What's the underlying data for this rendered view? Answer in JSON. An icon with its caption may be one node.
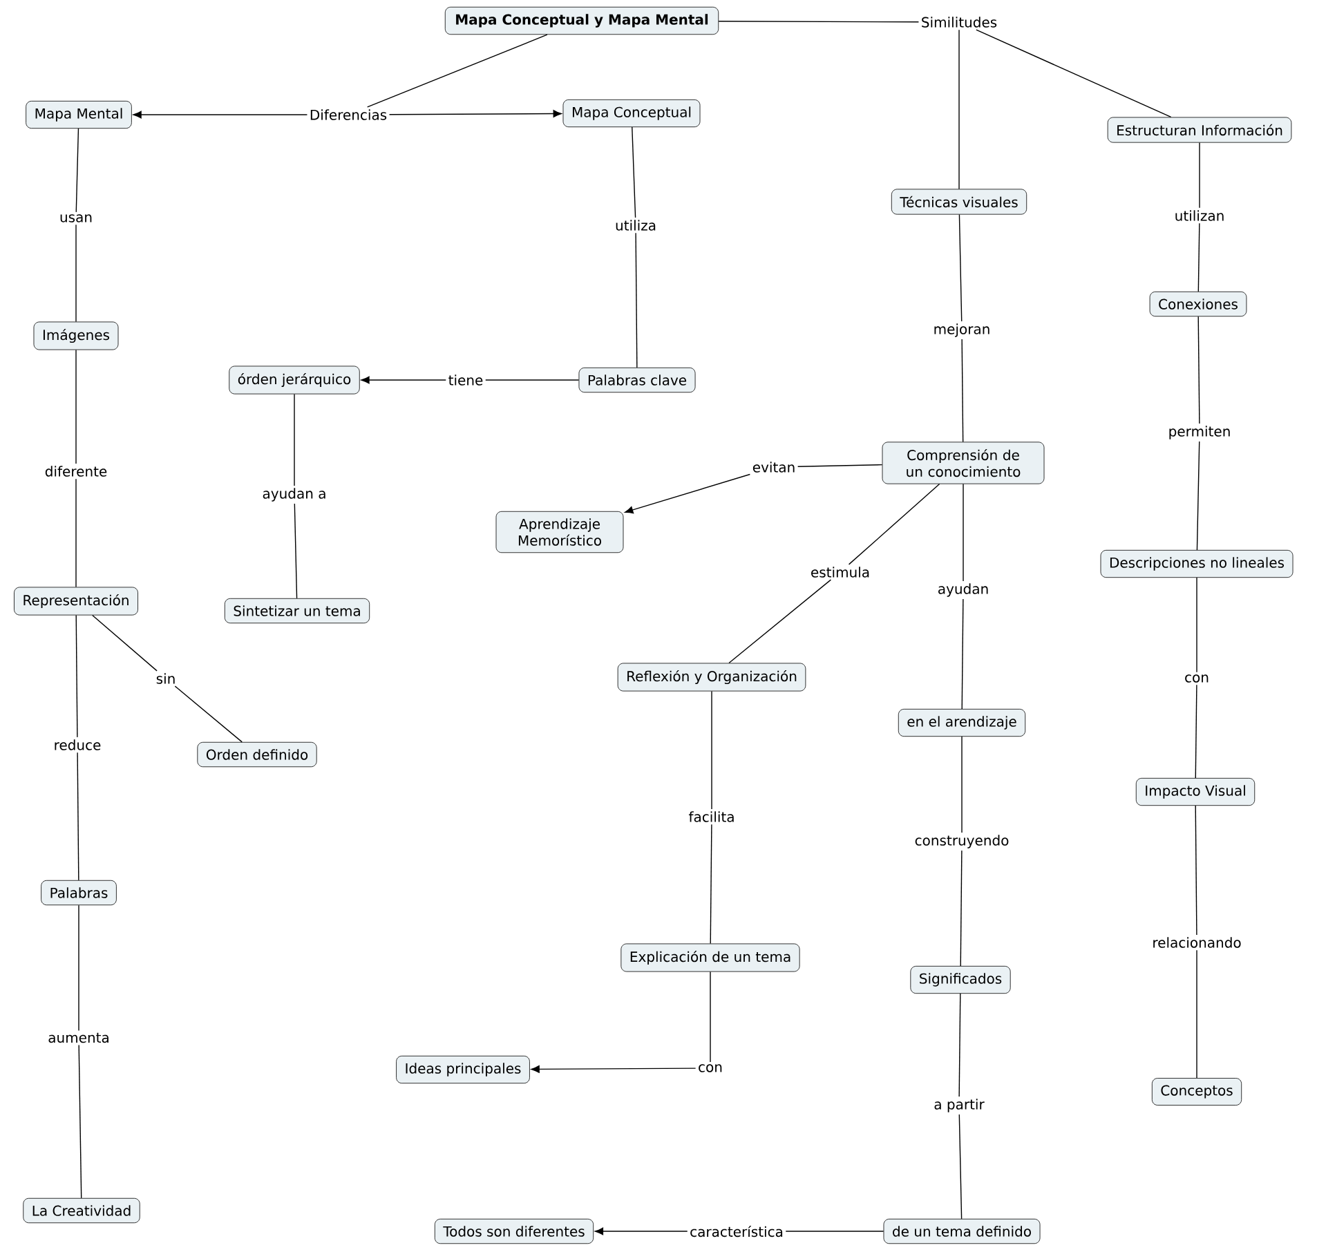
{
  "diagram": {
    "nodes": [
      {
        "text": [
          "Mapa Conceptual y Mapa Mental"
        ]
      },
      {
        "text": [
          "Diferencias"
        ]
      },
      {
        "text": [
          "Similitudes"
        ]
      },
      {
        "text": [
          "Mapa Mental"
        ]
      },
      {
        "text": [
          "Mapa Conceptual"
        ]
      },
      {
        "text": [
          "Estructuran Información"
        ]
      },
      {
        "text": [
          "Técnicas visuales"
        ]
      },
      {
        "text": [
          "usan"
        ]
      },
      {
        "text": [
          "utiliza"
        ]
      },
      {
        "text": [
          "utilizan"
        ]
      },
      {
        "text": [
          "Imágenes"
        ]
      },
      {
        "text": [
          "Conexiones"
        ]
      },
      {
        "text": [
          "mejoran"
        ]
      },
      {
        "text": [
          "órden jerárquico"
        ]
      },
      {
        "text": [
          "tiene"
        ]
      },
      {
        "text": [
          "Palabras clave"
        ]
      },
      {
        "text": [
          "permiten"
        ]
      },
      {
        "text": [
          "diferente"
        ]
      },
      {
        "text": [
          "Comprensión de un conocimiento"
        ]
      },
      {
        "text": [
          "evitan"
        ]
      },
      {
        "text": [
          "ayudan a"
        ]
      },
      {
        "text": [
          "Aprendizaje Memorístico"
        ]
      },
      {
        "text": [
          "Descripciones no lineales"
        ]
      },
      {
        "text": [
          "estimula"
        ]
      },
      {
        "text": [
          "ayudan"
        ]
      },
      {
        "text": [
          "Representación"
        ]
      },
      {
        "text": [
          "Sintetizar un tema"
        ]
      },
      {
        "text": [
          "sin"
        ]
      },
      {
        "text": [
          "con"
        ]
      },
      {
        "text": [
          "Reflexión y Organización"
        ]
      },
      {
        "text": [
          "en el arendizaje"
        ]
      },
      {
        "text": [
          "reduce"
        ]
      },
      {
        "text": [
          "Orden definido"
        ]
      },
      {
        "text": [
          "Impacto Visual"
        ]
      },
      {
        "text": [
          "facilita"
        ]
      },
      {
        "text": [
          "construyendo"
        ]
      },
      {
        "text": [
          "Palabras"
        ]
      },
      {
        "text": [
          "relacionando"
        ]
      },
      {
        "text": [
          "Explicación de un tema"
        ]
      },
      {
        "text": [
          "Significados"
        ]
      },
      {
        "text": [
          "aumenta"
        ]
      },
      {
        "text": [
          "con"
        ]
      },
      {
        "text": [
          "Ideas principales"
        ]
      },
      {
        "text": [
          "Conceptos"
        ]
      },
      {
        "text": [
          "a partir"
        ]
      },
      {
        "text": [
          "La Creatividad"
        ]
      },
      {
        "text": [
          "Todos son diferentes"
        ]
      },
      {
        "text": [
          "característica"
        ]
      },
      {
        "text": [
          "de un tema definido"
        ]
      }
    ],
    "edges": [
      {
        "from": 0,
        "to": 1,
        "arrow": "none"
      },
      {
        "from": 1,
        "to": 3,
        "arrow": "to"
      },
      {
        "from": 1,
        "to": 4,
        "arrow": "to"
      },
      {
        "from": 0,
        "to": 2,
        "arrow": "none"
      },
      {
        "from": 2,
        "to": 5,
        "arrow": "none"
      },
      {
        "from": 2,
        "to": 6,
        "arrow": "none"
      },
      {
        "from": 3,
        "to": 7,
        "arrow": "none"
      },
      {
        "from": 7,
        "to": 10,
        "arrow": "none"
      },
      {
        "from": 4,
        "to": 8,
        "arrow": "none"
      },
      {
        "from": 8,
        "to": 15,
        "arrow": "none"
      },
      {
        "from": 5,
        "to": 9,
        "arrow": "none"
      },
      {
        "from": 9,
        "to": 11,
        "arrow": "none"
      },
      {
        "from": 6,
        "to": 12,
        "arrow": "none"
      },
      {
        "from": 12,
        "to": 18,
        "arrow": "none"
      },
      {
        "from": 15,
        "to": 14,
        "arrow": "none"
      },
      {
        "from": 14,
        "to": 13,
        "arrow": "to"
      },
      {
        "from": 11,
        "to": 16,
        "arrow": "none"
      },
      {
        "from": 16,
        "to": 22,
        "arrow": "none"
      },
      {
        "from": 10,
        "to": 17,
        "arrow": "none"
      },
      {
        "from": 17,
        "to": 25,
        "arrow": "none"
      },
      {
        "from": 18,
        "to": 19,
        "arrow": "none"
      },
      {
        "from": 19,
        "to": 21,
        "arrow": "to"
      },
      {
        "from": 13,
        "to": 20,
        "arrow": "none"
      },
      {
        "from": 20,
        "to": 26,
        "arrow": "none"
      },
      {
        "from": 18,
        "to": 23,
        "arrow": "none"
      },
      {
        "from": 23,
        "to": 29,
        "arrow": "none"
      },
      {
        "from": 18,
        "to": 24,
        "arrow": "none"
      },
      {
        "from": 24,
        "to": 30,
        "arrow": "none"
      },
      {
        "from": 22,
        "to": 28,
        "arrow": "none"
      },
      {
        "from": 28,
        "to": 33,
        "arrow": "none"
      },
      {
        "from": 25,
        "to": 27,
        "arrow": "none"
      },
      {
        "from": 27,
        "to": 32,
        "arrow": "none"
      },
      {
        "from": 25,
        "to": 31,
        "arrow": "none"
      },
      {
        "from": 31,
        "to": 36,
        "arrow": "none"
      },
      {
        "from": 29,
        "to": 34,
        "arrow": "none"
      },
      {
        "from": 34,
        "to": 38,
        "arrow": "none"
      },
      {
        "from": 30,
        "to": 35,
        "arrow": "none"
      },
      {
        "from": 35,
        "to": 39,
        "arrow": "none"
      },
      {
        "from": 33,
        "to": 37,
        "arrow": "none"
      },
      {
        "from": 37,
        "to": 43,
        "arrow": "none"
      },
      {
        "from": 36,
        "to": 40,
        "arrow": "none"
      },
      {
        "from": 40,
        "to": 45,
        "arrow": "none"
      },
      {
        "from": 38,
        "to": 41,
        "arrow": "none"
      },
      {
        "from": 41,
        "to": 42,
        "arrow": "to"
      },
      {
        "from": 39,
        "to": 44,
        "arrow": "none"
      },
      {
        "from": 44,
        "to": 48,
        "arrow": "none"
      },
      {
        "from": 48,
        "to": 47,
        "arrow": "none"
      },
      {
        "from": 47,
        "to": 46,
        "arrow": "to"
      }
    ]
  }
}
